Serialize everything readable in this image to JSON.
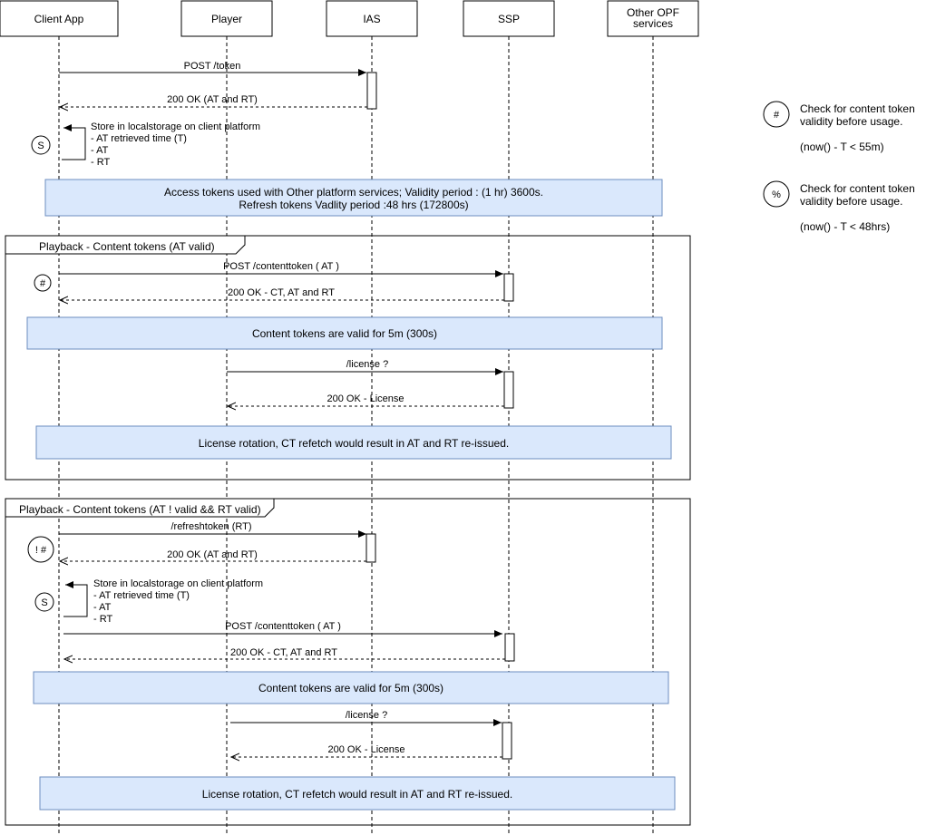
{
  "participants": [
    {
      "id": "client",
      "label": "Client App"
    },
    {
      "id": "player",
      "label": "Player"
    },
    {
      "id": "ias",
      "label": "IAS"
    },
    {
      "id": "ssp",
      "label": "SSP"
    },
    {
      "id": "opf",
      "label": "Other OPF\nservices"
    }
  ],
  "messages": {
    "post_token": "POST /token",
    "ok_token": "200 OK (AT and RT)",
    "post_content_1": "POST /contenttoken ( AT )",
    "ok_content_1": "200 OK - CT, AT and RT",
    "license_req_1": "/license ?",
    "license_ok_1": "200 OK - License",
    "refresh": "/refreshtoken (RT)",
    "ok_refresh": "200 OK (AT and RT)",
    "post_content_2": "POST /contenttoken ( AT )",
    "ok_content_2": "200 OK - CT, AT and RT",
    "license_req_2": "/license ?",
    "license_ok_2": "200 OK - License"
  },
  "self_notes": {
    "store_1": [
      "Store in localstorage on client platform",
      "- AT retrieved time (T)",
      "- AT",
      "- RT"
    ],
    "store_2": [
      "Store in localstorage on client platform",
      "- AT retrieved time (T)",
      "- AT",
      "- RT"
    ]
  },
  "bands": {
    "access_tokens": [
      "Access tokens used with Other platform services; Validity period : (1 hr) 3600s.",
      "Refresh tokens Vadlity period :48 hrs (172800s)"
    ],
    "content_valid_1": "Content tokens are valid for 5m (300s)",
    "license_rotation_1": "License rotation, CT refetch would result in AT and RT re-issued.",
    "content_valid_2": "Content tokens are valid for 5m (300s)",
    "license_rotation_2": "License rotation, CT refetch would result in AT and RT re-issued."
  },
  "frames": {
    "playback_1": "Playback - Content tokens (AT valid)",
    "playback_2": "Playback - Content tokens (AT ! valid && RT valid)"
  },
  "markers": {
    "s1": "S",
    "hash1": "#",
    "nothash": "! #",
    "s2": "S",
    "legend_hash": "#",
    "legend_pct": "%"
  },
  "legend": {
    "hash": [
      "Check for content token",
      "validity before usage.",
      "",
      "(now() - T < 55m)"
    ],
    "pct": [
      "Check for content token",
      "validity before usage.",
      "",
      "(now() - T <  48hrs)"
    ]
  }
}
